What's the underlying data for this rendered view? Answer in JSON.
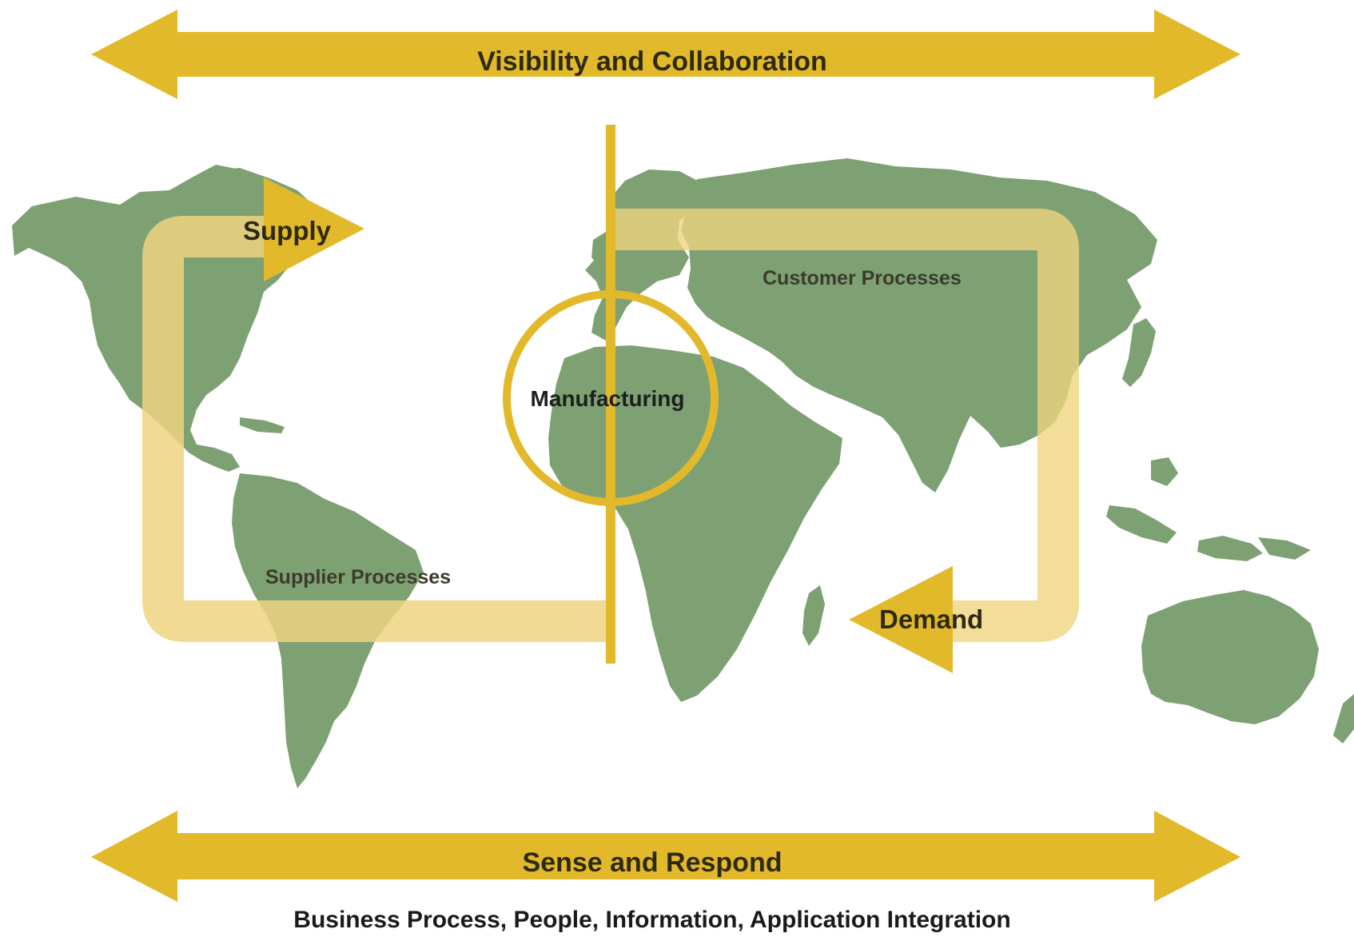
{
  "colors": {
    "gold": "#e3b92c",
    "gold_translucent": "#efd480",
    "land": "#7da173",
    "text_dark": "#2e2a10",
    "background": "#ffffff"
  },
  "top_arrow": {
    "label": "Visibility and Collaboration"
  },
  "bottom_arrow": {
    "label": "Sense and Respond"
  },
  "supply": {
    "label": "Supply"
  },
  "demand": {
    "label": "Demand"
  },
  "manufacturing": {
    "label": "Manufacturing"
  },
  "regions": {
    "customer": "Customer Processes",
    "supplier": "Supplier Processes"
  },
  "caption": "Business Process, People, Information, Application Integration"
}
